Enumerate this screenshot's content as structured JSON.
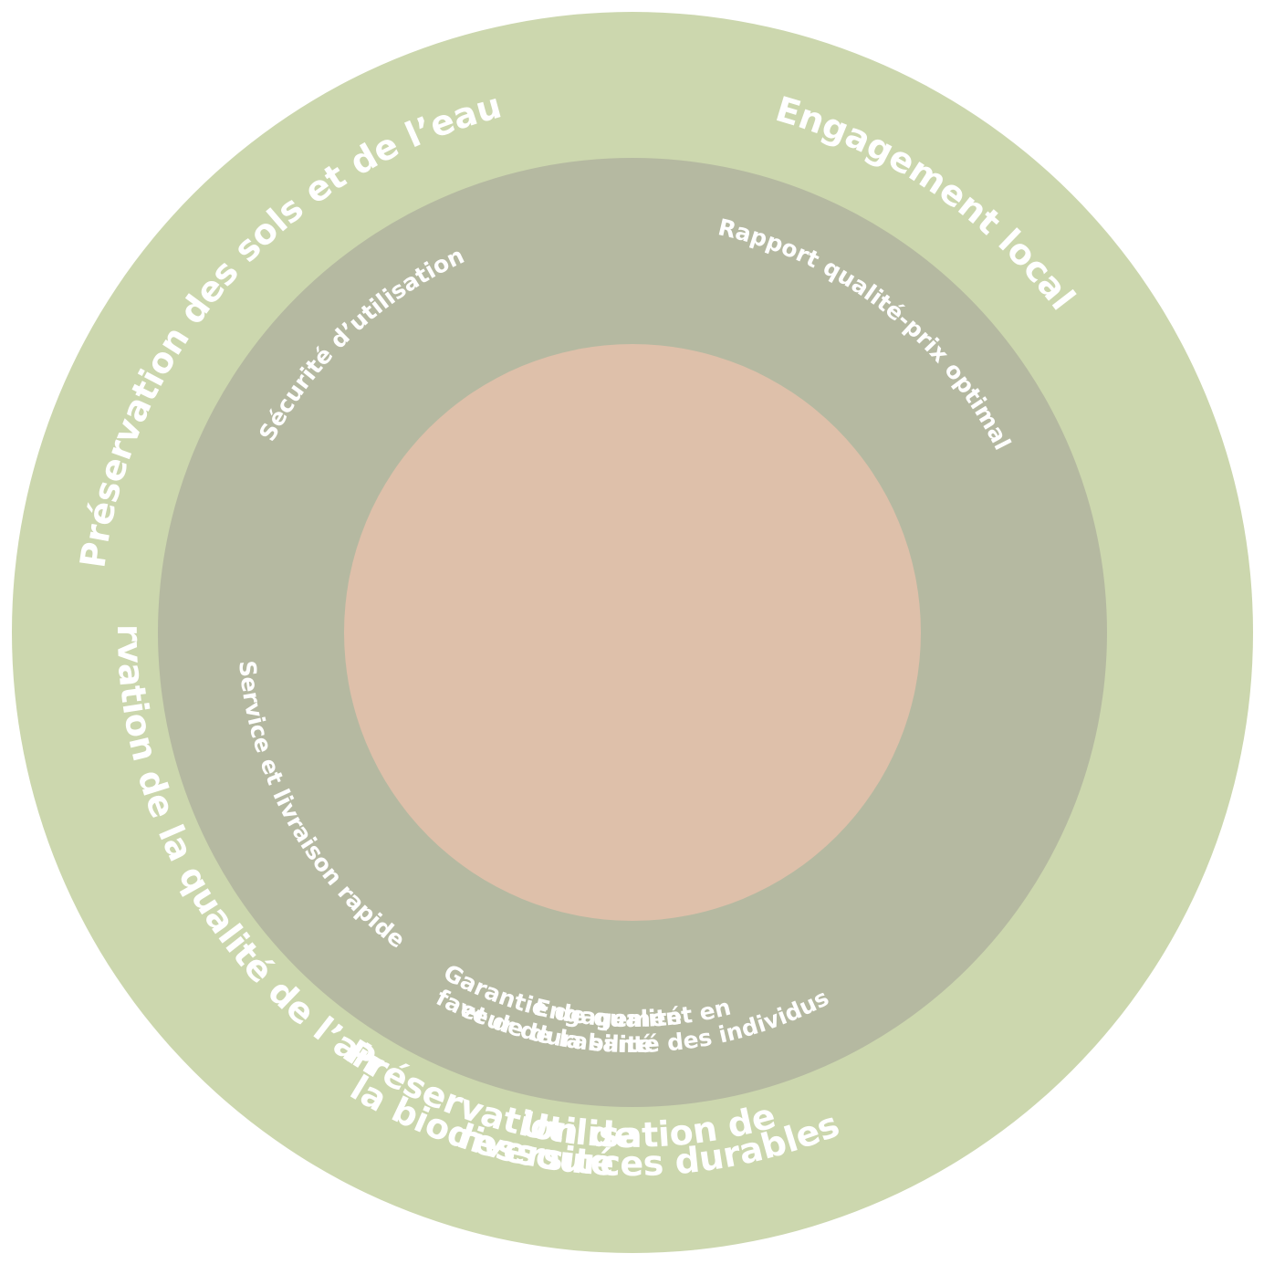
{
  "colors": {
    "outer_ring": "#ccd7ae",
    "middle_ring": "#b5b9a1",
    "center_disc": "#dec0aa",
    "text": "#ffffff"
  },
  "outer_ring": {
    "labels": [
      {
        "id": "sols-eau",
        "lines": [
          "Préservation des sols et de l’eau"
        ]
      },
      {
        "id": "engagement-local",
        "lines": [
          "Engagement local"
        ]
      },
      {
        "id": "qualite-air",
        "lines": [
          "Préservation de la qualité de l’air"
        ]
      },
      {
        "id": "ressources-durables",
        "lines": [
          "Utilisation de",
          "ressources durables"
        ]
      },
      {
        "id": "biodiversite",
        "lines": [
          "Préservation de",
          "la biodiversité"
        ]
      }
    ]
  },
  "middle_ring": {
    "labels": [
      {
        "id": "securite",
        "lines": [
          "Sécurité d’utilisation"
        ]
      },
      {
        "id": "rapport-qualite-prix",
        "lines": [
          "Rapport qualité-prix optimal"
        ]
      },
      {
        "id": "service-livraison",
        "lines": [
          "Service et livraison rapide"
        ]
      },
      {
        "id": "sante-individus",
        "lines": [
          "Engagement en",
          "faveur de la santé des individus"
        ]
      },
      {
        "id": "garantie",
        "lines": [
          "Garantie de qualité",
          "et de durabilité"
        ]
      }
    ]
  }
}
